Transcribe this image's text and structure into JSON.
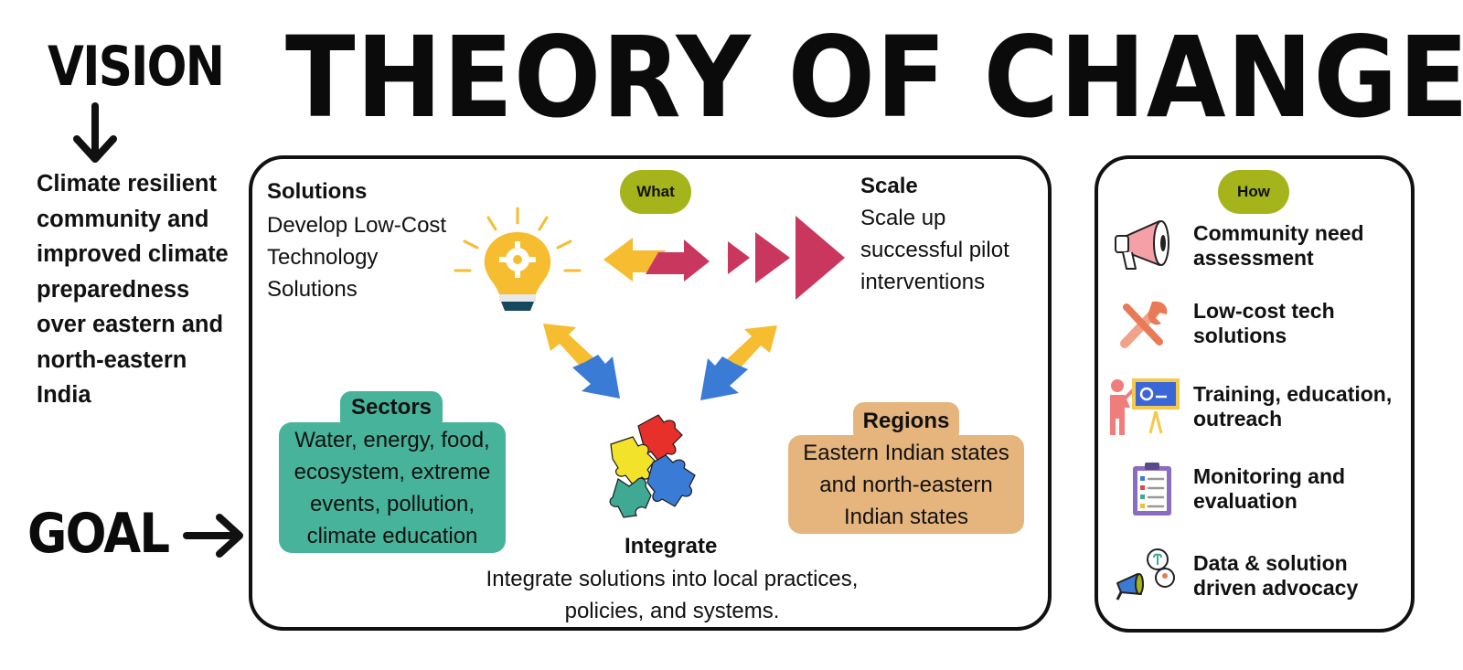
{
  "title": "THEORY OF CHANGE",
  "vision": {
    "label": "VISION",
    "text": "Climate resilient community and improved climate preparedness over eastern and north-eastern India"
  },
  "goal": {
    "label": "GOAL"
  },
  "what": {
    "pill": "What",
    "solutions": {
      "title": "Solutions",
      "body": "Develop Low-Cost Technology Solutions"
    },
    "scale": {
      "title": "Scale",
      "body": "Scale up successful pilot interventions"
    },
    "integrate": {
      "title": "Integrate",
      "body": "Integrate solutions into local practices, policies, and systems."
    },
    "sectors": {
      "title": "Sectors",
      "body": "Water, energy, food, ecosystem, extreme events, pollution, climate education"
    },
    "regions": {
      "title": "Regions",
      "body": "Eastern Indian states and north-eastern Indian states"
    }
  },
  "how": {
    "pill": "How",
    "items": [
      {
        "label": "Community need assessment",
        "icon": "megaphone-icon"
      },
      {
        "label": "Low-cost tech solutions",
        "icon": "tools-icon"
      },
      {
        "label": "Training, education, outreach",
        "icon": "presentation-icon"
      },
      {
        "label": "Monitoring and evaluation",
        "icon": "checklist-icon"
      },
      {
        "label": "Data & solution driven advocacy",
        "icon": "advocacy-icon"
      }
    ]
  },
  "colors": {
    "pill": "#a4b41a",
    "sectors": "#47b39a",
    "regions": "#e6b57e",
    "arrow_yellow": "#f5bd2f",
    "arrow_magenta": "#c9375f",
    "arrow_blue": "#3a7bd5"
  }
}
